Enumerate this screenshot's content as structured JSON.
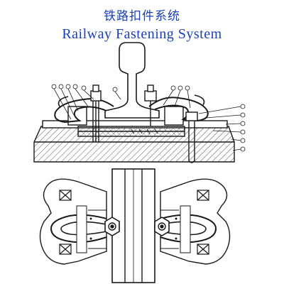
{
  "title": {
    "chinese": "铁路扣件系统",
    "english": "Railway Fastening System"
  },
  "colors": {
    "title": "#1a3fb8",
    "line": "#1a1a1a",
    "hatch": "#555555"
  },
  "figure": {
    "views": [
      "cross-section",
      "plan"
    ]
  }
}
